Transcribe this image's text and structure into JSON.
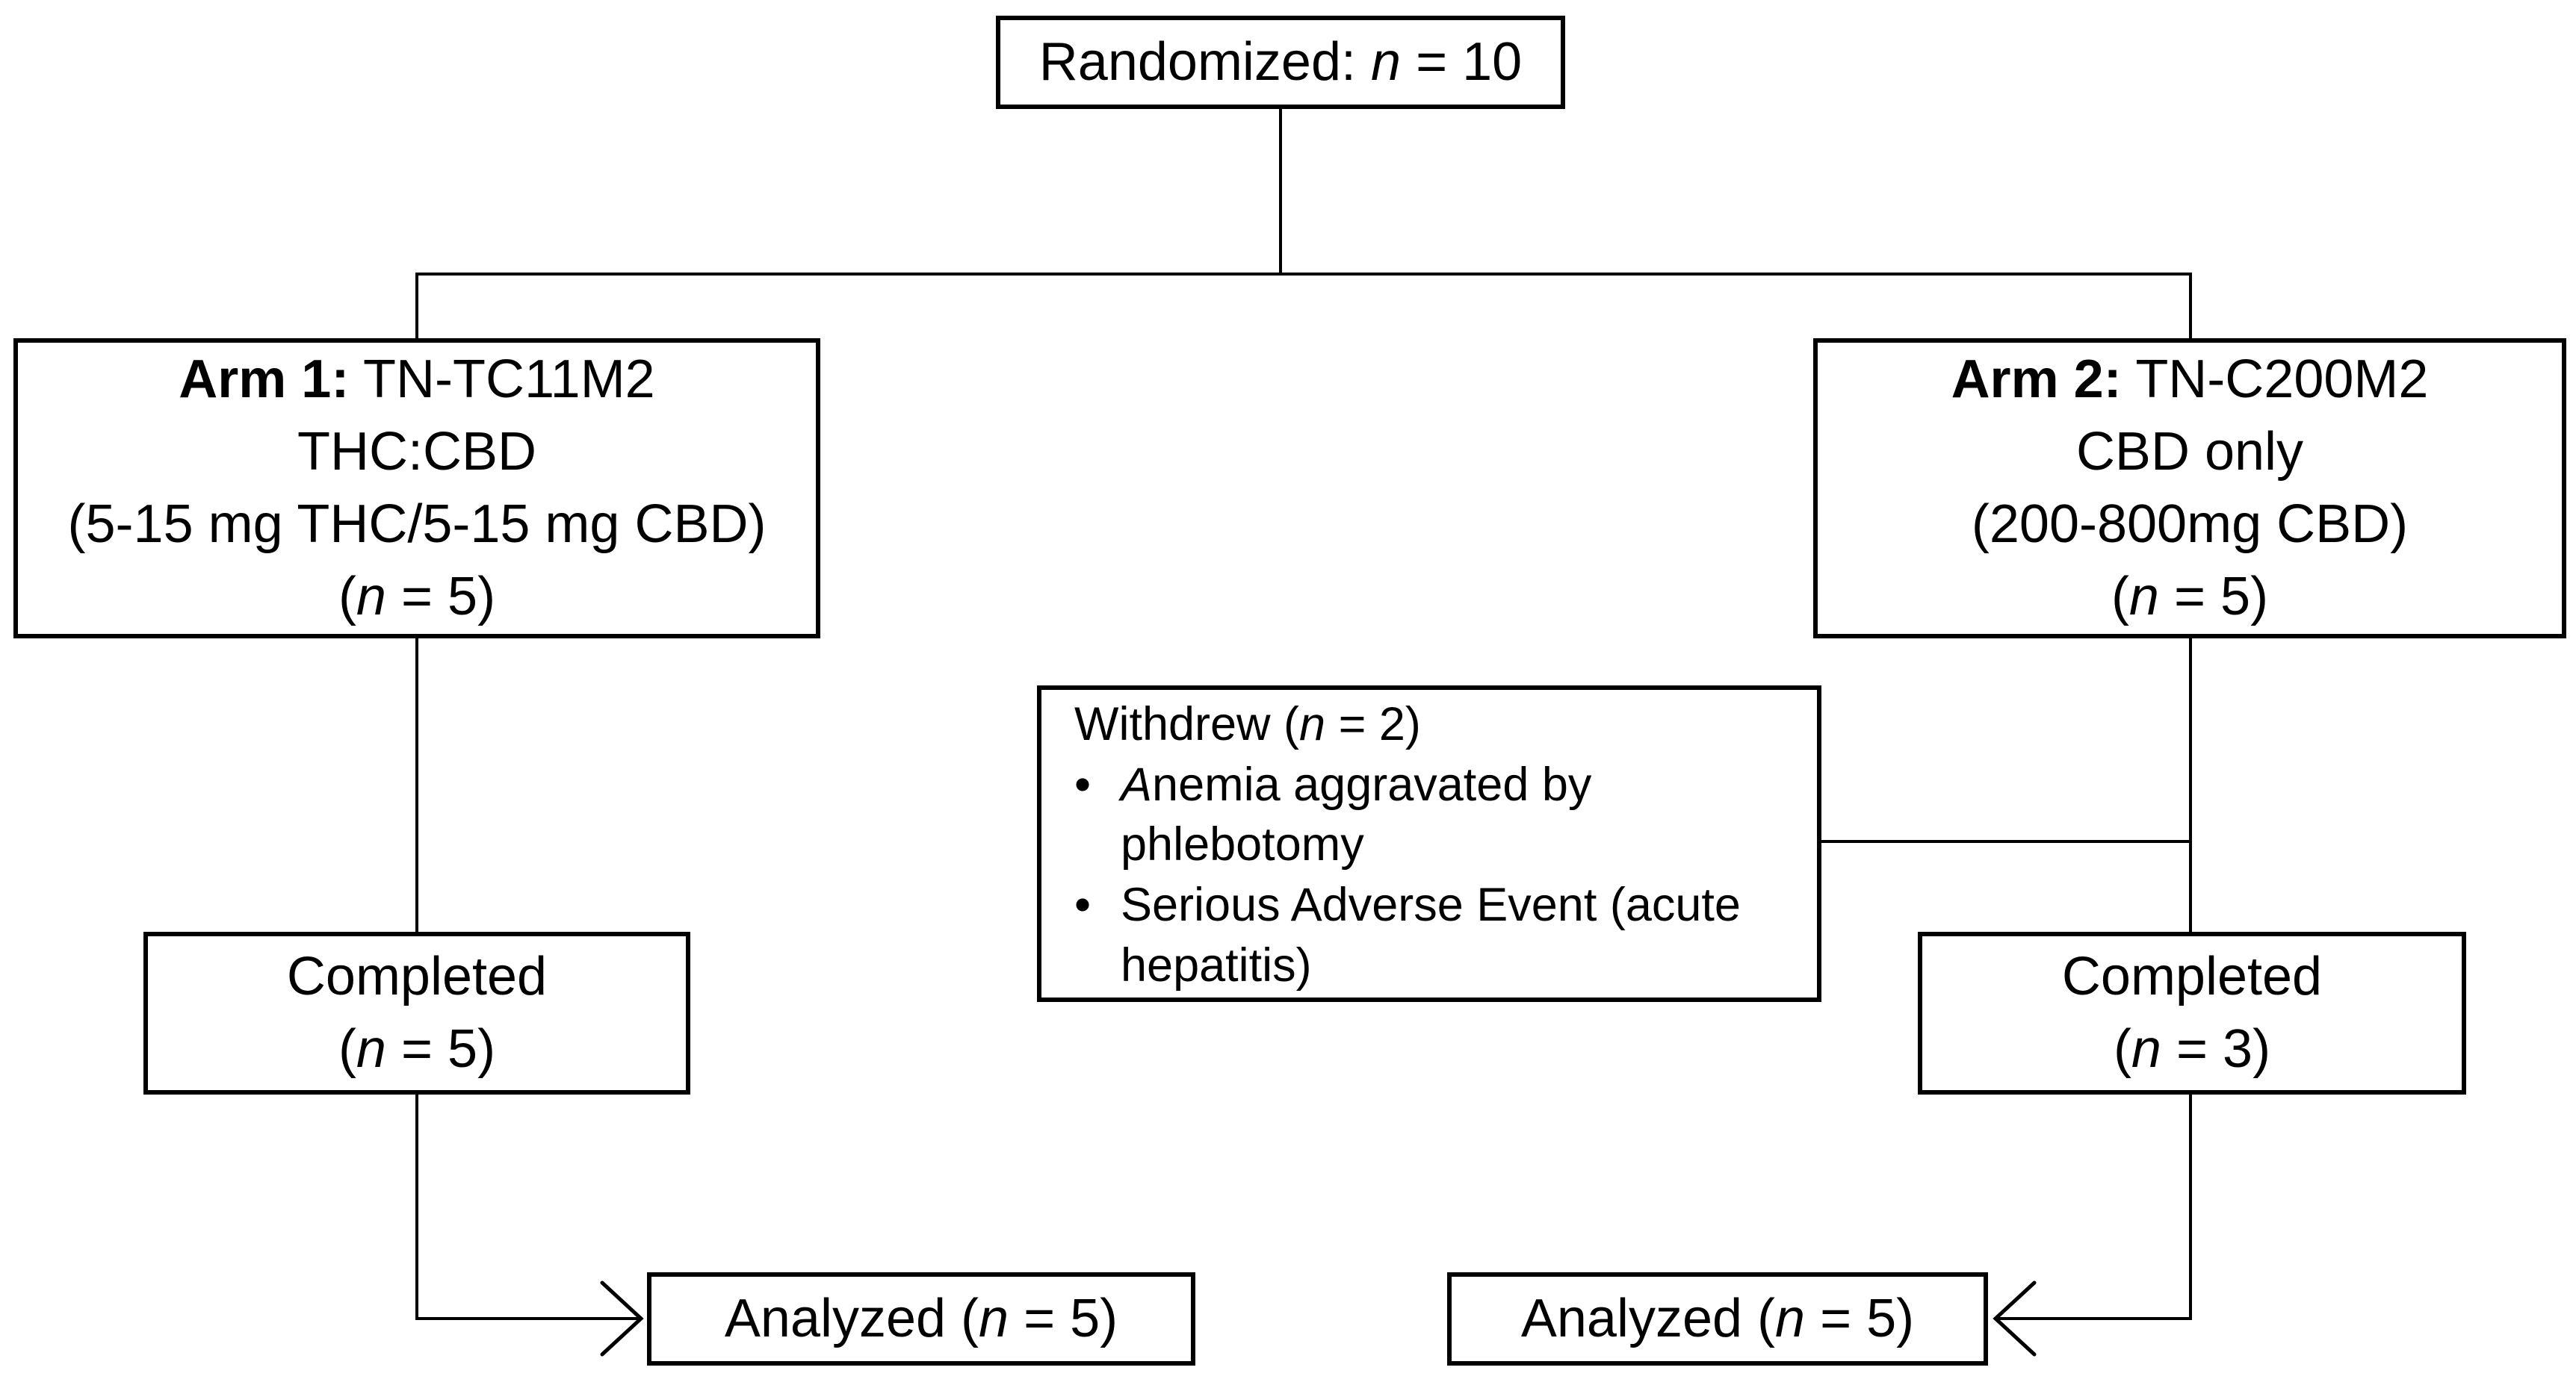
{
  "colors": {
    "background": "#ffffff",
    "box_fill": "#ffffff",
    "box_border": "#000000",
    "text": "#000000",
    "line": "#000000"
  },
  "nodes": {
    "randomized": {
      "pre": "Randomized: ",
      "n": "n",
      "post": " = 10"
    },
    "arm1": {
      "label_bold": "Arm 1:",
      "label_rest": " TN-TC11M2",
      "line2": "THC:CBD",
      "line3": "(5-15 mg THC/5-15 mg CBD)",
      "count_pre": "(",
      "count_n": "n",
      "count_post": " = 5)"
    },
    "arm2": {
      "label_bold": "Arm 2:",
      "label_rest": " TN-C200M2",
      "line2": "CBD only",
      "line3": "(200-800mg CBD)",
      "count_pre": "(",
      "count_n": "n",
      "count_post": " = 5)"
    },
    "withdrew": {
      "title_pre": "Withdrew (",
      "title_n": "n",
      "title_post": " = 2)",
      "bullet_glyph": "•",
      "bullet1_lead_italic": "A",
      "bullet1_line1": "nemia aggravated by",
      "bullet1_line2": "phlebotomy",
      "bullet2_line1": "Serious Adverse Event (acute",
      "bullet2_line2": "hepatitis)"
    },
    "completed1": {
      "line1": "Completed",
      "count_pre": "(",
      "count_n": "n",
      "count_post": " = 5)"
    },
    "completed2": {
      "line1": "Completed",
      "count_pre": "(",
      "count_n": "n",
      "count_post": " = 3)"
    },
    "analyzed1": {
      "pre": "Analyzed (",
      "n": "n",
      "post": " = 5)"
    },
    "analyzed2": {
      "pre": "Analyzed (",
      "n": "n",
      "post": " = 5)"
    }
  }
}
